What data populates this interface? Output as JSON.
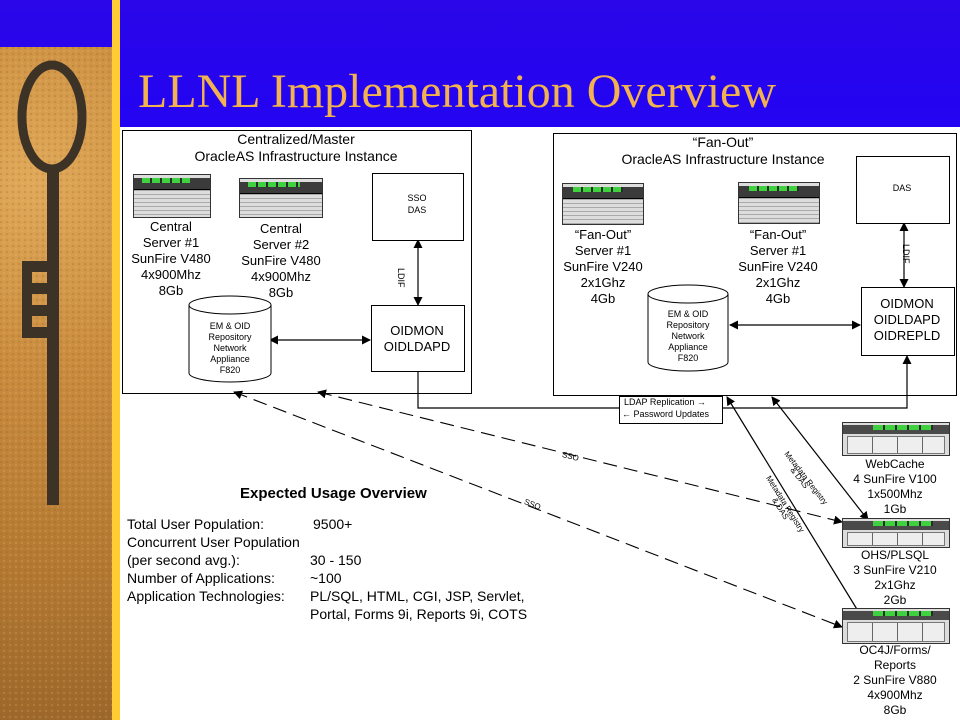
{
  "slide": {
    "title": "LLNL Implementation Overview",
    "colors": {
      "background": "#1a00ff",
      "title": "#f2b24f",
      "band": "#ffcc33",
      "canvas": "#ffffff"
    }
  },
  "master": {
    "title_1": "Centralized/Master",
    "title_2": "OracleAS Infrastructure Instance",
    "server1": [
      "Central",
      "Server #1",
      "SunFire V480",
      "4x900Mhz",
      "8Gb"
    ],
    "server2": [
      "Central",
      "Server #2",
      "SunFire V480",
      "4x900Mhz",
      "8Gb"
    ],
    "sso_box": [
      "SSO",
      "DAS"
    ],
    "ldif": "LDIF",
    "oid_box": [
      "OIDMON",
      "OIDLDAPD"
    ],
    "repo": [
      "EM & OID",
      "Repository",
      "Network",
      "Appliance",
      "F820"
    ]
  },
  "fanout": {
    "title_1": "“Fan-Out”",
    "title_2": "OracleAS Infrastructure Instance",
    "server1": [
      "“Fan-Out”",
      "Server #1",
      "SunFire V240",
      "2x1Ghz",
      "4Gb"
    ],
    "server2": [
      "“Fan-Out”",
      "Server #1",
      "SunFire V240",
      "2x1Ghz",
      "4Gb"
    ],
    "das_box": "DAS",
    "ldif": "LDIF",
    "oid_box": [
      "OIDMON",
      "OIDLDAPD",
      "OIDREPLD"
    ],
    "repo": [
      "EM & OID",
      "Repository",
      "Network",
      "Appliance",
      "F820"
    ]
  },
  "replication": [
    "LDAP Replication →",
    "← Password Updates"
  ],
  "edges": {
    "sso_1": "SSO",
    "sso_2": "SSO",
    "meta_1": [
      "Metadata Registry",
      "& DAS"
    ],
    "meta_2": [
      "Metadata Registry",
      "& DAS"
    ]
  },
  "tiers": {
    "webcache": [
      "WebCache",
      "4 SunFire V100",
      "1x500Mhz",
      "1Gb"
    ],
    "ohs": [
      "OHS/PLSQL",
      "3 SunFire V210",
      "2x1Ghz",
      "2Gb"
    ],
    "oc4j": [
      "OC4J/Forms/",
      "Reports",
      "2 SunFire V880",
      "4x900Mhz",
      "8Gb"
    ]
  },
  "usage": {
    "heading": "Expected Usage Overview",
    "rows": [
      {
        "label": "Total User Population:",
        "value": "9500+"
      },
      {
        "label": "Concurrent User Population",
        "value": ""
      },
      {
        "label": "(per second avg.):",
        "value": "30 - 150"
      },
      {
        "label": "Number of Applications:",
        "value": "~100"
      },
      {
        "label": "Application Technologies:",
        "value": "PL/SQL, HTML, CGI, JSP, Servlet,"
      },
      {
        "label": "",
        "value": "Portal, Forms 9i, Reports 9i, COTS"
      }
    ]
  }
}
